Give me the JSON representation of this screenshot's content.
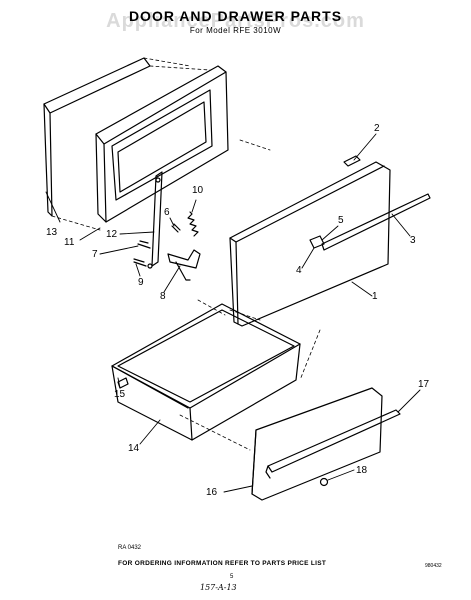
{
  "header": {
    "title": "DOOR AND DRAWER PARTS",
    "model": "For Model RFE 3010W",
    "watermark": "AppliancePartsPros.com"
  },
  "callouts": [
    "1",
    "2",
    "3",
    "4",
    "5",
    "6",
    "7",
    "8",
    "9",
    "10",
    "11",
    "12",
    "13",
    "14",
    "15",
    "16",
    "17",
    "18"
  ],
  "footer": {
    "drawing_code": "RA 0432",
    "ordering_info": "FOR ORDERING INFORMATION REFER TO PARTS PRICE LIST",
    "page_number": "5",
    "right_code": "980432",
    "handwritten_note": "157-A-13"
  }
}
